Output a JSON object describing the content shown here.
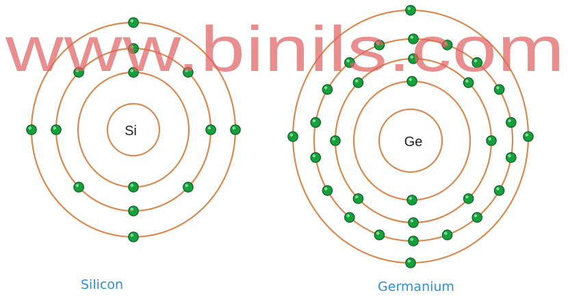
{
  "colors": {
    "orbit": "#d9884e",
    "electron": "#15a03c",
    "electron_edge": "#0b5a22",
    "label": "#2e8fd6",
    "watermark": "#e06363"
  },
  "watermark": "www.binils.com",
  "atoms": [
    {
      "nucleus": "Si",
      "name": "Silicon",
      "shells": [
        {
          "electrons": 2
        },
        {
          "electrons": 8
        },
        {
          "electrons": 4
        }
      ]
    },
    {
      "nucleus": "Ge",
      "name": "Germanium",
      "shells": [
        {
          "electrons": 2
        },
        {
          "electrons": 8
        },
        {
          "electrons": 18
        },
        {
          "electrons": 4
        }
      ]
    }
  ]
}
